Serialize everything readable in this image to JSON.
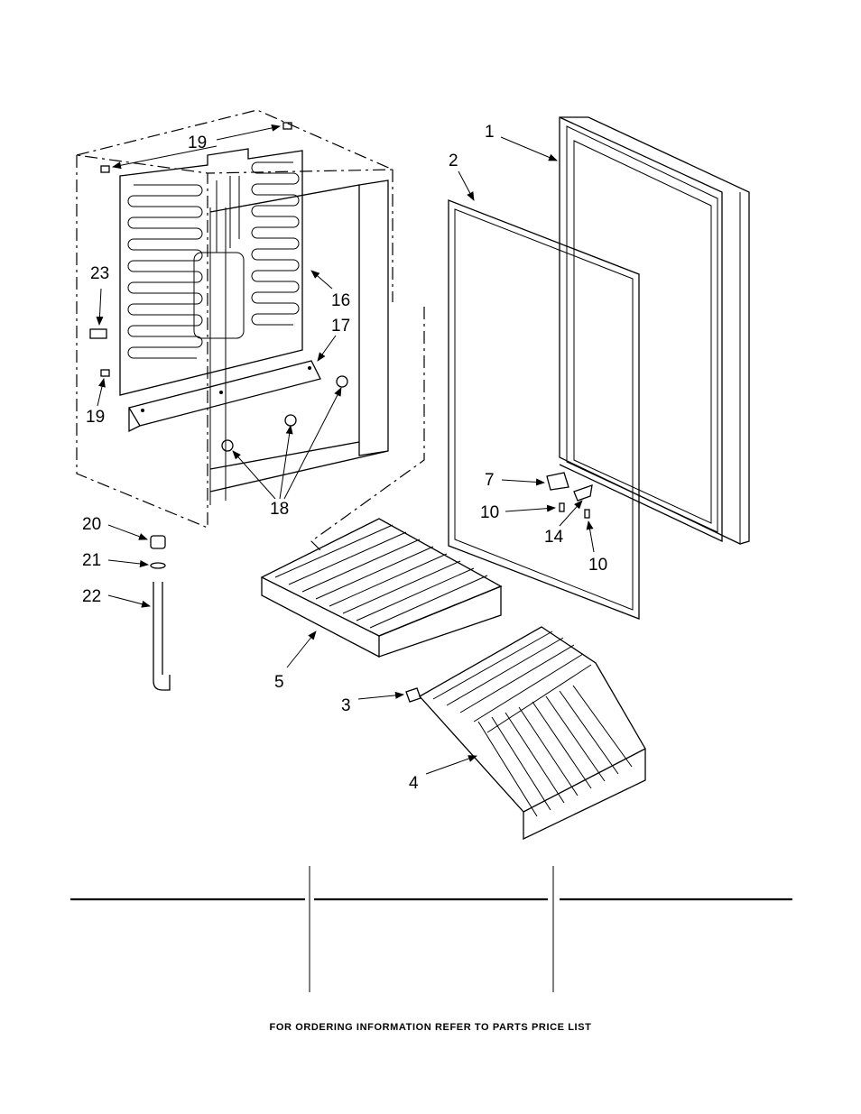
{
  "callouts": {
    "c1": "1",
    "c2": "2",
    "c3": "3",
    "c4": "4",
    "c5": "5",
    "c7": "7",
    "c10a": "10",
    "c10b": "10",
    "c14": "14",
    "c16": "16",
    "c17": "17",
    "c18": "18",
    "c19a": "19",
    "c19b": "19",
    "c20": "20",
    "c21": "21",
    "c22": "22",
    "c23": "23"
  },
  "footer": "FOR ORDERING INFORMATION REFER TO PARTS PRICE LIST"
}
